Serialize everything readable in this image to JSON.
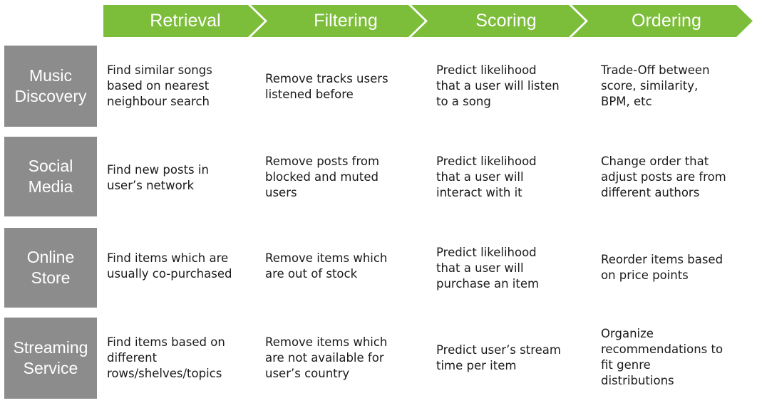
{
  "header": {
    "stages": [
      {
        "label": "Retrieval"
      },
      {
        "label": "Filtering"
      },
      {
        "label": "Scoring"
      },
      {
        "label": "Ordering"
      }
    ]
  },
  "colors": {
    "arrow_green": "#7CBE3A",
    "row_label_gray": "#8C8C8C",
    "header_text": "#FFFFFF",
    "body_text": "#1A1A1A",
    "background": "#FFFFFF"
  },
  "rows": [
    {
      "label": "Music\nDiscovery",
      "cells": [
        "Find similar songs\nbased on nearest\nneighbour search",
        "Remove tracks users\nlistened before",
        "Predict likelihood\nthat a user will listen\nto a song",
        "Trade-Off between\nscore, similarity,\nBPM, etc"
      ]
    },
    {
      "label": "Social\nMedia",
      "cells": [
        "Find new posts in\nuser’s network",
        "Remove posts from\nblocked and muted\nusers",
        "Predict likelihood\nthat a user will\ninteract with it",
        "Change order that\nadjust posts are from\ndifferent authors"
      ]
    },
    {
      "label": "Online\nStore",
      "cells": [
        "Find items which are\nusually co-purchased",
        "Remove items which\nare out of stock",
        "Predict likelihood\nthat a user will\npurchase an item",
        "Reorder items based\non price points"
      ]
    },
    {
      "label": "Streaming\nService",
      "cells": [
        "Find items based on\ndifferent\nrows/shelves/topics",
        "Remove items which\nare not available for\nuser’s country",
        "Predict user’s stream\ntime per item",
        "Organize\nrecommendations to\nfit genre\ndistributions"
      ]
    }
  ]
}
